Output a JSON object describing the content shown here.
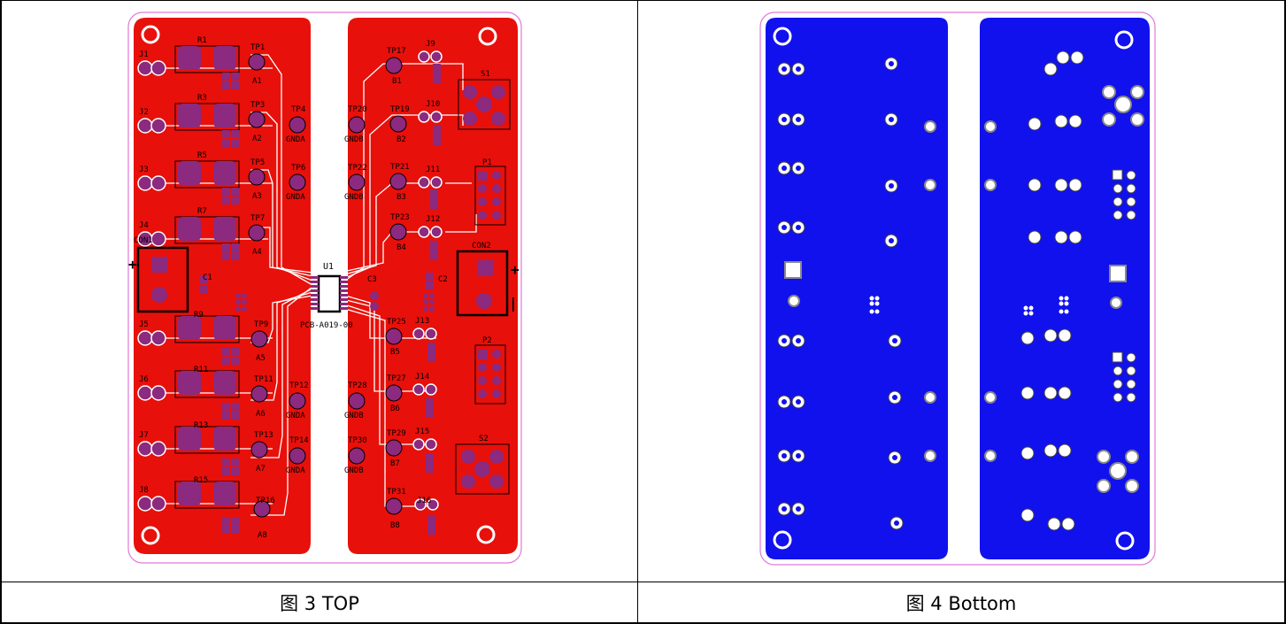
{
  "captions": {
    "left": "图 3  TOP",
    "right": "图 4  Bottom"
  },
  "top_board": {
    "chip_label": "U1",
    "board_code": "PCB-A019-00",
    "connectors": [
      "CON1",
      "CON2"
    ],
    "headers": [
      "P1",
      "P2"
    ],
    "switches": [
      "S1",
      "S2"
    ],
    "left_row_labels": [
      "J1",
      "J2",
      "J3",
      "J4",
      "J5",
      "J6",
      "J7",
      "J8"
    ],
    "left_resistors": [
      "R1",
      "R3",
      "R5",
      "R7",
      "R9",
      "R11",
      "R13",
      "R15"
    ],
    "left_testpoints": [
      "TP1",
      "TP3",
      "TP5",
      "TP7",
      "TP9",
      "TP11",
      "TP13",
      "TP16"
    ],
    "left_signals": [
      "A1",
      "A2",
      "A3",
      "A4",
      "A5",
      "A6",
      "A7",
      "A8"
    ],
    "gnda_points": [
      {
        "tp": "TP4",
        "net": "GNDA"
      },
      {
        "tp": "TP6",
        "net": "GNDA"
      },
      {
        "tp": "TP12",
        "net": "GNDA"
      },
      {
        "tp": "TP14",
        "net": "GNDA"
      }
    ],
    "gndb_points": [
      {
        "tp": "TP20",
        "net": "GNDB"
      },
      {
        "tp": "TP22",
        "net": "GNDB"
      },
      {
        "tp": "TP28",
        "net": "GNDB"
      },
      {
        "tp": "TP30",
        "net": "GNDB"
      }
    ],
    "right_testpoints": [
      "TP17",
      "TP19",
      "TP21",
      "TP23",
      "TP25",
      "TP27",
      "TP29",
      "TP31"
    ],
    "right_signals": [
      "B1",
      "B2",
      "B3",
      "B4",
      "B5",
      "B6",
      "B7",
      "B8"
    ],
    "right_row_labels": [
      "J9",
      "J10",
      "J11",
      "J12",
      "J13",
      "J14",
      "J15",
      "J16"
    ],
    "caps": [
      "C1",
      "C2",
      "C3"
    ],
    "plus": "+",
    "minus": "-",
    "colors": {
      "copper": "#e8100a",
      "pad": "#8b2a7e",
      "silk": "#ffffff",
      "outline": "#e07ad6"
    }
  },
  "bottom_board": {
    "colors": {
      "copper": "#1111ee",
      "pad": "#ffffff",
      "outline": "#e07ad6"
    }
  }
}
